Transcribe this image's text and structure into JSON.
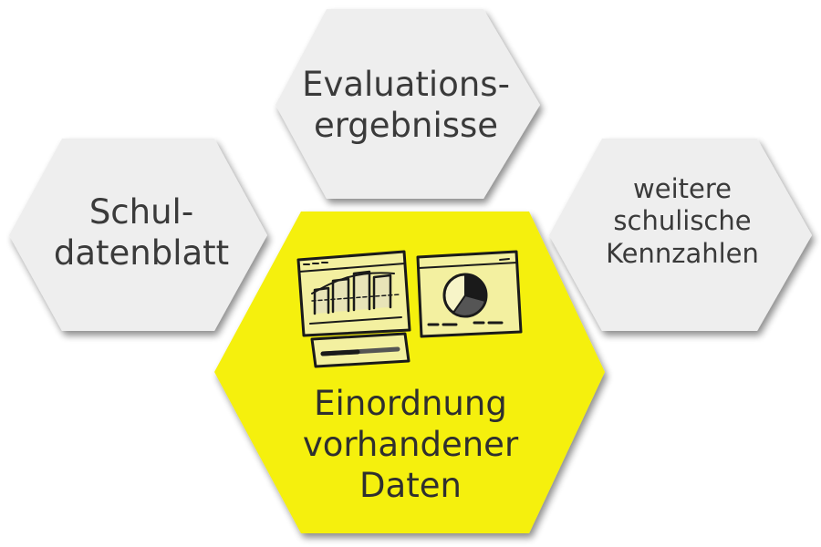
{
  "hexagons": {
    "top": {
      "lines": [
        "Evaluations-",
        "ergebnisse"
      ],
      "fill": "#eeeeee"
    },
    "left": {
      "lines": [
        "Schul-",
        "datenblatt"
      ],
      "fill": "#eeeeee"
    },
    "right": {
      "lines": [
        "weitere",
        "schulische",
        "Kennzahlen"
      ],
      "fill": "#eeeeee"
    },
    "center": {
      "lines": [
        "Einordnung",
        "vorhandener",
        "Daten"
      ],
      "fill": "#f5f007"
    }
  },
  "colors": {
    "shadow": "#b8b8b8",
    "ink": "#1a1a1a",
    "accent": "#f5f007"
  },
  "icons": [
    "dashboard-sketch-icon",
    "bar-chart-window-icon",
    "pie-chart-window-icon",
    "slider-panel-icon"
  ]
}
